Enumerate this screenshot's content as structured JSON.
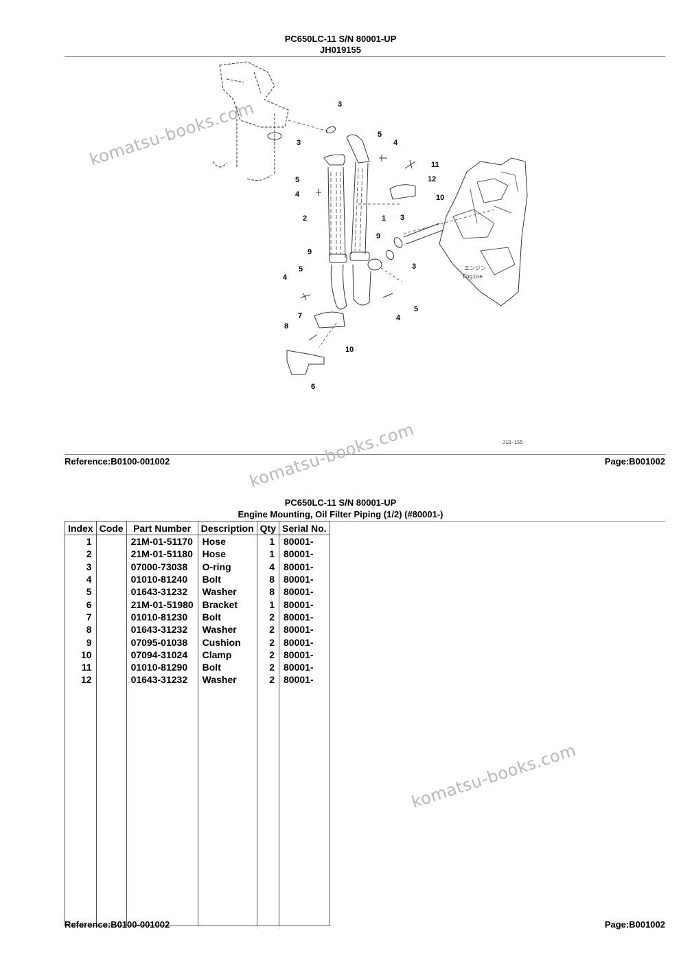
{
  "page1": {
    "title": "PC650LC-11 S/N 80001-UP",
    "subtitle": "JH019155",
    "diagram": {
      "callouts": [
        "3",
        "3",
        "5",
        "4",
        "11",
        "12",
        "5",
        "4",
        "10",
        "2",
        "1",
        "3",
        "9",
        "9",
        "3",
        "5",
        "4",
        "4",
        "5",
        "7",
        "8",
        "10",
        "6"
      ],
      "engine_label_jp": "エンジン",
      "engine_label": "Engine",
      "figure_code": "J1Ω·155"
    },
    "reference": "Reference:B0100-001002",
    "page": "Page:B001002"
  },
  "page2": {
    "title": "PC650LC-11 S/N 80001-UP",
    "subtitle": "Engine Mounting, Oil Filter Piping (1/2) (#80001-)",
    "table": {
      "headers": [
        "Index",
        "Code",
        "Part Number",
        "Description",
        "Qty",
        "Serial No."
      ],
      "rows": [
        {
          "index": "1",
          "code": "",
          "part_number": "21M-01-51170",
          "description": "Hose",
          "qty": "1",
          "serial": "80001-"
        },
        {
          "index": "2",
          "code": "",
          "part_number": "21M-01-51180",
          "description": "Hose",
          "qty": "1",
          "serial": "80001-"
        },
        {
          "index": "3",
          "code": "",
          "part_number": "07000-73038",
          "description": "O-ring",
          "qty": "4",
          "serial": "80001-"
        },
        {
          "index": "4",
          "code": "",
          "part_number": "01010-81240",
          "description": "Bolt",
          "qty": "8",
          "serial": "80001-"
        },
        {
          "index": "5",
          "code": "",
          "part_number": "01643-31232",
          "description": "Washer",
          "qty": "8",
          "serial": "80001-"
        },
        {
          "index": "6",
          "code": "",
          "part_number": "21M-01-51980",
          "description": "Bracket",
          "qty": "1",
          "serial": "80001-"
        },
        {
          "index": "7",
          "code": "",
          "part_number": "01010-81230",
          "description": "Bolt",
          "qty": "2",
          "serial": "80001-"
        },
        {
          "index": "8",
          "code": "",
          "part_number": "01643-31232",
          "description": "Washer",
          "qty": "2",
          "serial": "80001-"
        },
        {
          "index": "9",
          "code": "",
          "part_number": "07095-01038",
          "description": "Cushion",
          "qty": "2",
          "serial": "80001-"
        },
        {
          "index": "10",
          "code": "",
          "part_number": "07094-31024",
          "description": "Clamp",
          "qty": "2",
          "serial": "80001-"
        },
        {
          "index": "11",
          "code": "",
          "part_number": "01010-81290",
          "description": "Bolt",
          "qty": "2",
          "serial": "80001-"
        },
        {
          "index": "12",
          "code": "",
          "part_number": "01643-31232",
          "description": "Washer",
          "qty": "2",
          "serial": "80001-"
        }
      ]
    },
    "reference": "Reference:B0100-001002",
    "page": "Page:B001002"
  },
  "watermarks": [
    "komatsu-books.com",
    "komatsu-books.com",
    "komatsu-books.com"
  ]
}
